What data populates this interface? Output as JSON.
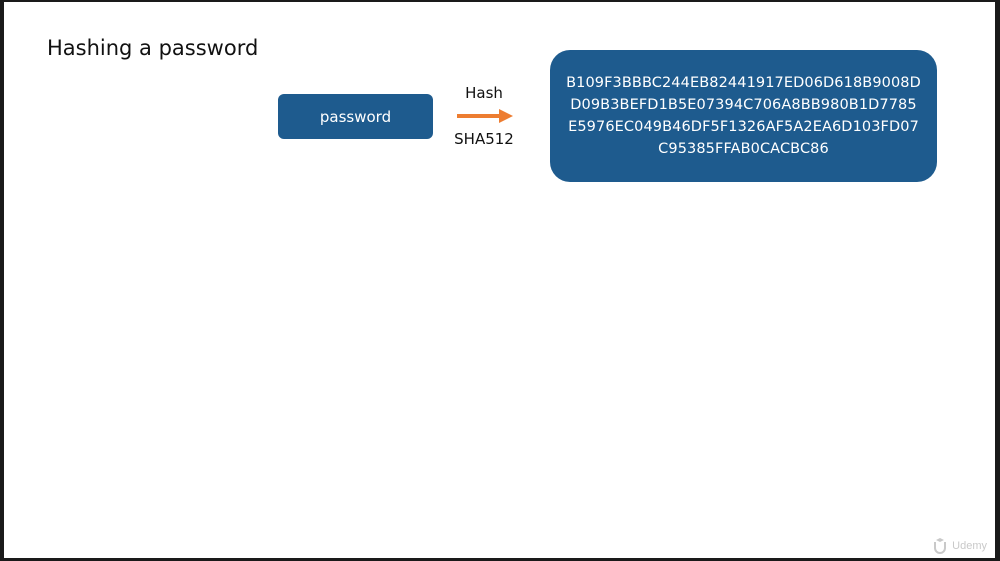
{
  "slide": {
    "title": "Hashing a password",
    "input_label": "password",
    "arrow_top_label": "Hash",
    "arrow_bottom_label": "SHA512",
    "hash_lines": [
      "B109F3BBBC244EB82441917ED06D618B9008D",
      "D09B3BEFD1B5E07394C706A8BB980B1D7785",
      "E5976EC049B46DF5F1326AF5A2EA6D103FD07",
      "C95385FFAB0CACBC86"
    ],
    "colors": {
      "box": "#1e5b8e",
      "arrow": "#ed7d31",
      "background": "#ffffff"
    }
  },
  "watermark": {
    "text": "Udemy",
    "icon": "udemy-logo-icon"
  }
}
